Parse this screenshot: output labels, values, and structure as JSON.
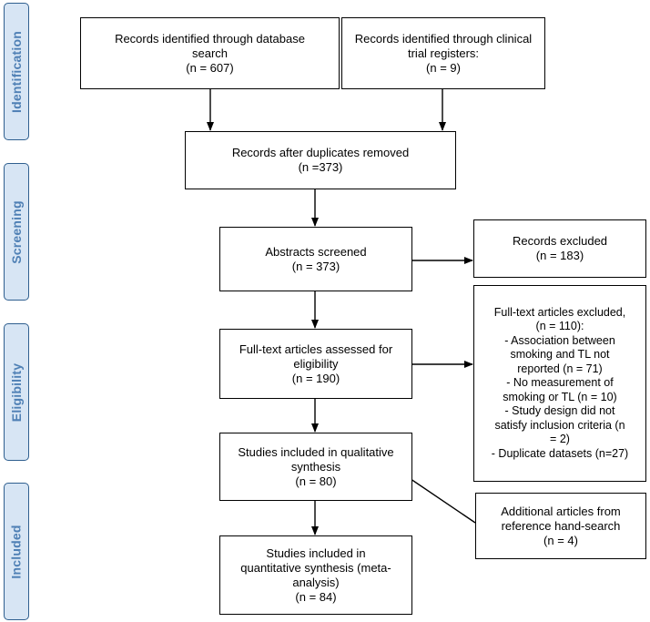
{
  "stages": {
    "identification": "Identification",
    "screening": "Screening",
    "eligibility": "Eligibility",
    "included": "Included"
  },
  "boxes": {
    "database_records": {
      "lines": [
        "Records identified through database",
        "search",
        "(n = 607)"
      ],
      "n": 607
    },
    "registry_records": {
      "lines": [
        "Records identified through clinical",
        "trial registers:",
        "(n = 9)"
      ],
      "n": 9
    },
    "after_duplicates": {
      "lines": [
        "Records after duplicates removed",
        "(n =373)"
      ],
      "n": 373
    },
    "abstracts_screened": {
      "lines": [
        "Abstracts screened",
        "(n = 373)"
      ],
      "n": 373
    },
    "records_excluded": {
      "lines": [
        "Records excluded",
        "(n = 183)"
      ],
      "n": 183
    },
    "fulltext_assessed": {
      "lines": [
        "Full-text articles assessed for",
        "eligibility",
        "(n = 190)"
      ],
      "n": 190
    },
    "fulltext_excluded": {
      "lines": [
        "Full-text articles excluded,",
        "(n = 110):",
        "- Association between",
        "smoking and TL not",
        "reported (n = 71)",
        "- No measurement of",
        "smoking or TL (n = 10)",
        "- Study design did not",
        "satisfy inclusion criteria   (n",
        "= 2)",
        "- Duplicate datasets (n=27)"
      ],
      "n": 110
    },
    "qualitative_synthesis": {
      "lines": [
        "Studies included in qualitative",
        "synthesis",
        "(n = 80)"
      ],
      "n": 80
    },
    "additional_articles": {
      "lines": [
        "Additional articles from",
        "reference hand-search",
        "(n = 4)"
      ],
      "n": 4
    },
    "quantitative_synthesis": {
      "lines": [
        "Studies included in",
        "quantitative synthesis (meta-",
        "analysis)",
        "(n = 84)"
      ],
      "n": 84
    }
  }
}
